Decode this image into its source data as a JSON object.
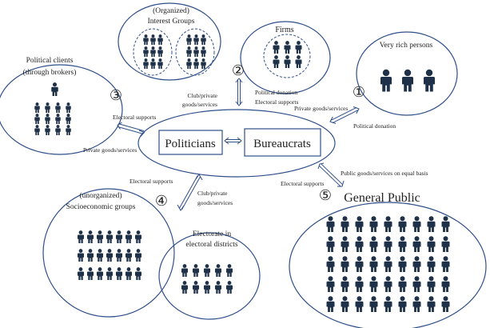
{
  "groups": {
    "interest": {
      "line1": "(Organized)",
      "line2": "Interest Groups"
    },
    "firms": {
      "label": "Firms"
    },
    "rich": {
      "label": "Very rich persons"
    },
    "clients": {
      "line1": "Political clients",
      "line2": "(through brokers)"
    },
    "socio": {
      "line1": "(unorganized)",
      "line2": "Socioeconomic groups"
    },
    "electorate": {
      "line1": "Electorate in",
      "line2": "electoral districts"
    },
    "public": {
      "label": "General Public"
    }
  },
  "center": {
    "politicians": "Politicians",
    "bureaucrats": "Bureaucrats"
  },
  "markers": {
    "m1": "①",
    "m2": "②",
    "m3": "③",
    "m4": "④",
    "m5": "⑤"
  },
  "flows": {
    "club_top_1": "Club/private",
    "club_top_2": "goods/services",
    "political_donation_top": "Political donation",
    "electoral_supports_top": "Electoral supports",
    "private_goods_rich": "Private goods/services",
    "political_donation_rich": "Political donation",
    "electoral_supports_left": "Electoral supports",
    "private_goods_left": "Private goods/services",
    "electoral_supports_bl": "Electoral supports",
    "club_bl_1": "Club/private",
    "club_bl_2": "goods/services",
    "public_goods": "Public goods/services on equal basis",
    "electoral_supports_br": "Electoral supports"
  }
}
